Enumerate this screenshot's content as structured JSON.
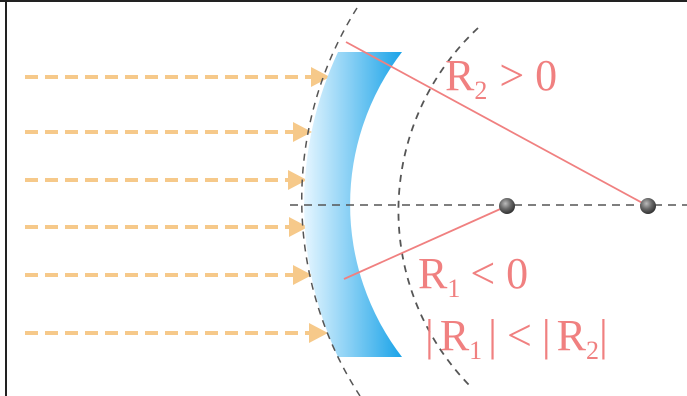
{
  "labels": {
    "r2_symbol": "R",
    "r2_sub": "2",
    "r2_relation": "> 0",
    "r1_symbol": "R",
    "r1_sub": "1",
    "r1_relation": "< 0",
    "abs_r1_open": "|",
    "abs_r1_symbol": "R",
    "abs_r1_sub": "1",
    "abs_r1_close": "|",
    "abs_compare": "<",
    "abs_r2_open": "|",
    "abs_r2_symbol": "R",
    "abs_r2_sub": "2",
    "abs_r2_close": "|"
  },
  "colors": {
    "label": "#f08080",
    "radius_line": "#f08080",
    "ray": "#f6c98a",
    "lens_edge": "#1aa3e8",
    "lens_center": "#d9f1fd",
    "dashed": "#555555",
    "frame": "#222222"
  },
  "rays": {
    "count": 6,
    "style": "dashed-arrow"
  },
  "icons": {
    "center_point": "dark-sphere",
    "ray_head": "arrow-head"
  }
}
